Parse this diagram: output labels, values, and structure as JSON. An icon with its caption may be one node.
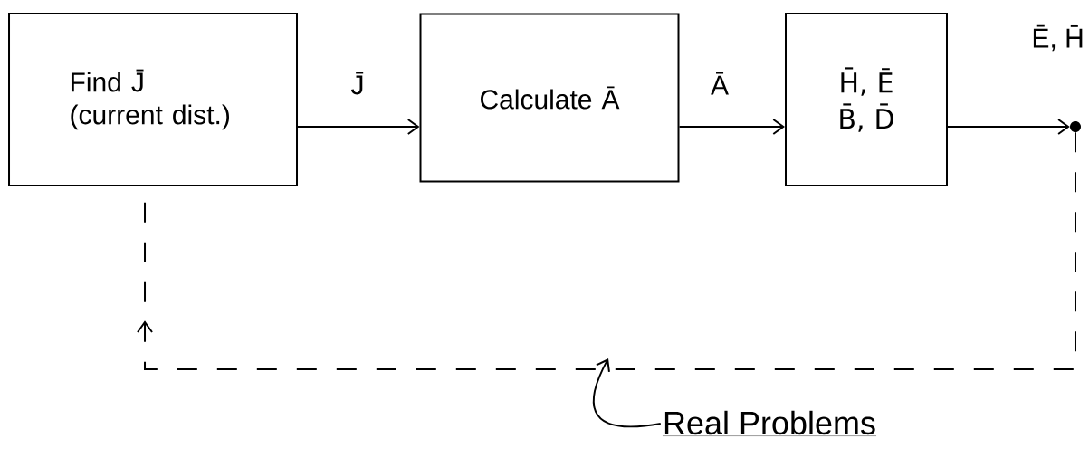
{
  "diagram": {
    "nodes": [
      {
        "text": [
          "Find J̄ (current dist.)"
        ]
      },
      {
        "text": [
          "Calculate Ā"
        ]
      },
      {
        "text": [
          "H̄, Ē B̄, D̄"
        ]
      },
      {
        "text": [],
        "shape": "circle"
      },
      {
        "text": [
          "Real Problems"
        ]
      }
    ],
    "edges": [
      {
        "from": 0,
        "to": 1,
        "arrow": "to",
        "label": "J̄"
      },
      {
        "from": 1,
        "to": 2,
        "arrow": "to",
        "label": "Ā"
      },
      {
        "from": 2,
        "to": 3,
        "arrow": "to",
        "label": "Ē, H̄"
      },
      {
        "from": 3,
        "to": 0,
        "arrow": "to",
        "style": "dashed"
      },
      {
        "from": 4,
        "to": null,
        "arrow": "to"
      }
    ]
  }
}
